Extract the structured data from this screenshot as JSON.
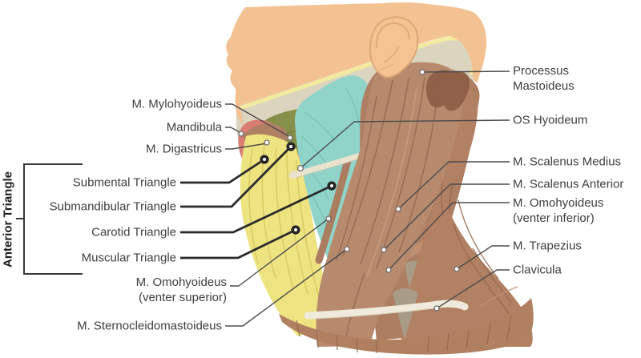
{
  "illustration": {
    "name": "neck-muscle-anatomy-lateral-view",
    "group_label": "Anterior Triangle"
  },
  "left_labels": [
    {
      "text": "M. Mylohyoideus"
    },
    {
      "text": "Mandibula"
    },
    {
      "text": "M. Digastricus"
    },
    {
      "text": "Submental Triangle"
    },
    {
      "text": "Submandibular Triangle"
    },
    {
      "text": "Carotid Triangle"
    },
    {
      "text": "Muscular Triangle"
    },
    {
      "text": "M. Omohyoideus",
      "text2": "(venter superior)"
    },
    {
      "text": "M. Sternocleidomastoideus"
    }
  ],
  "right_labels": [
    {
      "text": "Processus",
      "text2": "Mastoideus"
    },
    {
      "text": "OS Hyoideum"
    },
    {
      "text": "M. Scalenus Medius"
    },
    {
      "text": "M. Scalenus Anterior"
    },
    {
      "text": "M. Omohyoideus",
      "text2": "(venter inferior)"
    },
    {
      "text": "M. Trapezius"
    },
    {
      "text": "Clavicula"
    }
  ],
  "palette": {
    "skin": "#F3C292",
    "skull_cream": "#DBD4BF",
    "bone_line_yellow": "#F2EA9E",
    "mylohyoid_green": "#87904A",
    "digastric_red": "#DA7E74",
    "digastric_belly_mauve": "#B08065",
    "triangle_teal": "#90D4C9",
    "infrahyoid_yellow": "#EDE381",
    "scm_brown": "#B88A6D",
    "posterior_brown": "#AE7E62",
    "deep_brown": "#8D5E45",
    "gap_taupe": "#A89B88",
    "clavicle_cream": "#EFEADB",
    "leader_dark": "#2B2B2B",
    "leader_gray": "#4C4C4C",
    "text": "#3E3E3E"
  }
}
